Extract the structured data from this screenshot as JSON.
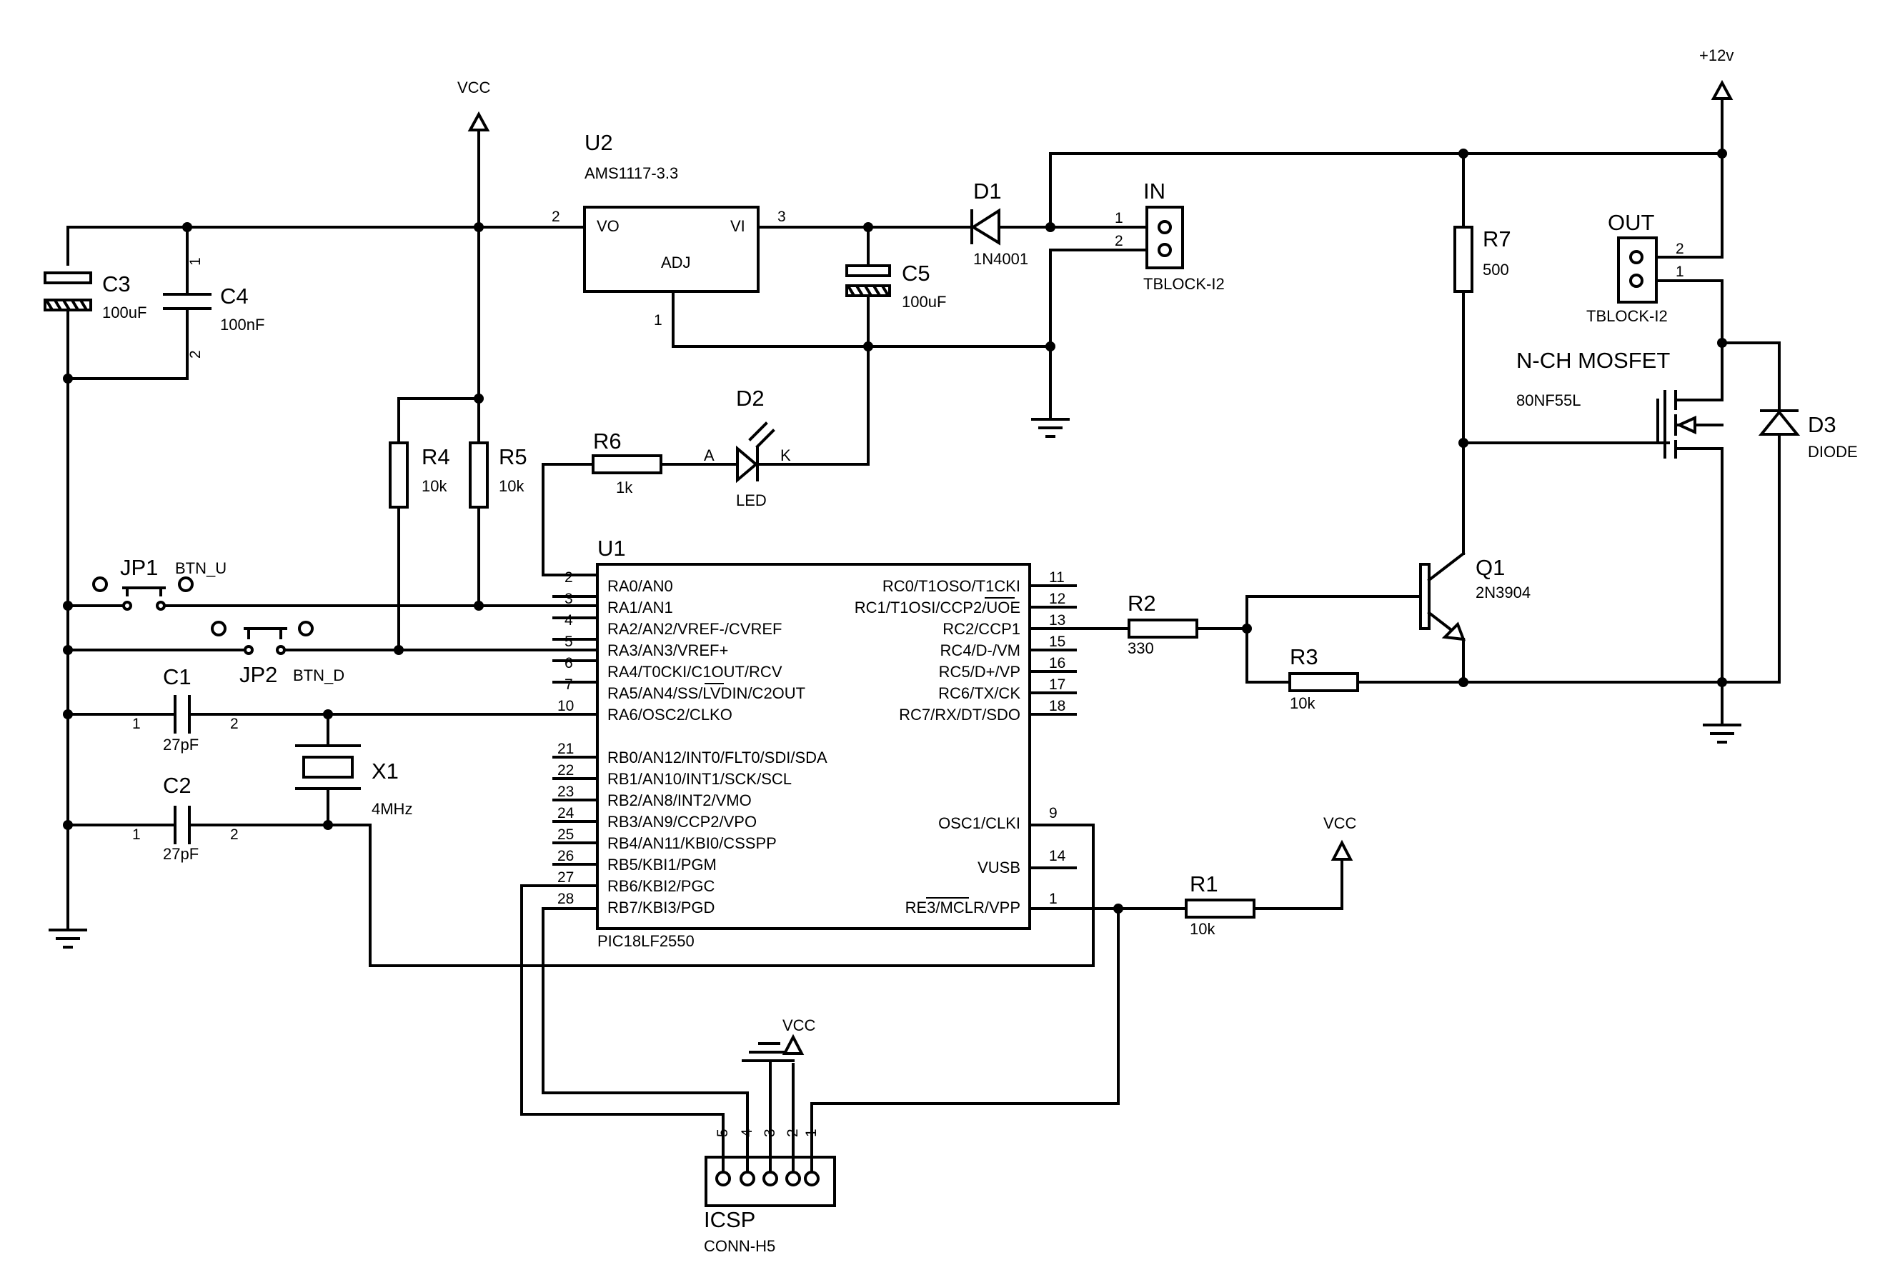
{
  "supplies": {
    "vcc_top": "VCC",
    "plus12v": "+12v",
    "vcc_r1": "VCC",
    "vcc_icsp": "VCC"
  },
  "regulator": {
    "ref": "U2",
    "part": "AMS1117-3.3",
    "pin_vo": "VO",
    "pin_vi": "VI",
    "pin_adj": "ADJ",
    "pin_vo_num": "2",
    "pin_vi_num": "3",
    "pin_adj_num": "1"
  },
  "d1": {
    "ref": "D1",
    "value": "1N4001"
  },
  "conn_in": {
    "ref": "IN",
    "part": "TBLOCK-I2",
    "pin1": "1",
    "pin2": "2"
  },
  "conn_out": {
    "ref": "OUT",
    "part": "TBLOCK-I2",
    "pin1": "1",
    "pin2": "2"
  },
  "c3": {
    "ref": "C3",
    "value": "100uF"
  },
  "c4": {
    "ref": "C4",
    "value": "100nF",
    "pin1": "1",
    "pin2": "2"
  },
  "c5": {
    "ref": "C5",
    "value": "100uF"
  },
  "d2": {
    "ref": "D2",
    "value": "LED",
    "pin_a": "A",
    "pin_k": "K"
  },
  "r6": {
    "ref": "R6",
    "value": "1k"
  },
  "r4": {
    "ref": "R4",
    "value": "10k"
  },
  "r5": {
    "ref": "R5",
    "value": "10k"
  },
  "r7": {
    "ref": "R7",
    "value": "500"
  },
  "r2": {
    "ref": "R2",
    "value": "330"
  },
  "r3": {
    "ref": "R3",
    "value": "10k"
  },
  "r1": {
    "ref": "R1",
    "value": "10k"
  },
  "q1": {
    "ref": "Q1",
    "value": "2N3904"
  },
  "mosfet": {
    "ref": "N-CH MOSFET",
    "value": "80NF55L"
  },
  "d3": {
    "ref": "D3",
    "value": "DIODE"
  },
  "jp1": {
    "ref": "JP1",
    "label": "BTN_U"
  },
  "jp2": {
    "ref": "JP2",
    "label": "BTN_D"
  },
  "c1": {
    "ref": "C1",
    "value": "27pF",
    "pin1": "1",
    "pin2": "2"
  },
  "c2": {
    "ref": "C2",
    "value": "27pF",
    "pin1": "1",
    "pin2": "2"
  },
  "x1": {
    "ref": "X1",
    "value": "4MHz"
  },
  "mcu": {
    "ref": "U1",
    "part": "PIC18LF2550",
    "left_pins": [
      {
        "num": "2",
        "name": "RA0/AN0"
      },
      {
        "num": "3",
        "name": "RA1/AN1"
      },
      {
        "num": "4",
        "name": "RA2/AN2/VREF-/CVREF"
      },
      {
        "num": "5",
        "name": "RA3/AN3/VREF+"
      },
      {
        "num": "6",
        "name": "RA4/T0CKI/C1OUT/RCV"
      },
      {
        "num": "7",
        "name": "RA5/AN4/SS/LVDIN/C2OUT"
      },
      {
        "num": "10",
        "name": "RA6/OSC2/CLKO"
      },
      {
        "num": "21",
        "name": "RB0/AN12/INT0/FLT0/SDI/SDA"
      },
      {
        "num": "22",
        "name": "RB1/AN10/INT1/SCK/SCL"
      },
      {
        "num": "23",
        "name": "RB2/AN8/INT2/VMO"
      },
      {
        "num": "24",
        "name": "RB3/AN9/CCP2/VPO"
      },
      {
        "num": "25",
        "name": "RB4/AN11/KBI0/CSSPP"
      },
      {
        "num": "26",
        "name": "RB5/KBI1/PGM"
      },
      {
        "num": "27",
        "name": "RB6/KBI2/PGC"
      },
      {
        "num": "28",
        "name": "RB7/KBI3/PGD"
      }
    ],
    "right_pins": [
      {
        "num": "11",
        "name": "RC0/T1OSO/T1CKI"
      },
      {
        "num": "12",
        "name": "RC1/T1OSI/CCP2/UOE"
      },
      {
        "num": "13",
        "name": "RC2/CCP1"
      },
      {
        "num": "15",
        "name": "RC4/D-/VM"
      },
      {
        "num": "16",
        "name": "RC5/D+/VP"
      },
      {
        "num": "17",
        "name": "RC6/TX/CK"
      },
      {
        "num": "18",
        "name": "RC7/RX/DT/SDO"
      },
      {
        "num": "9",
        "name": "OSC1/CLKI"
      },
      {
        "num": "14",
        "name": "VUSB"
      },
      {
        "num": "1",
        "name": "RE3/MCLR/VPP"
      }
    ]
  },
  "icsp": {
    "ref": "ICSP",
    "part": "CONN-H5",
    "pins": [
      "5",
      "4",
      "3",
      "2",
      "1"
    ]
  }
}
